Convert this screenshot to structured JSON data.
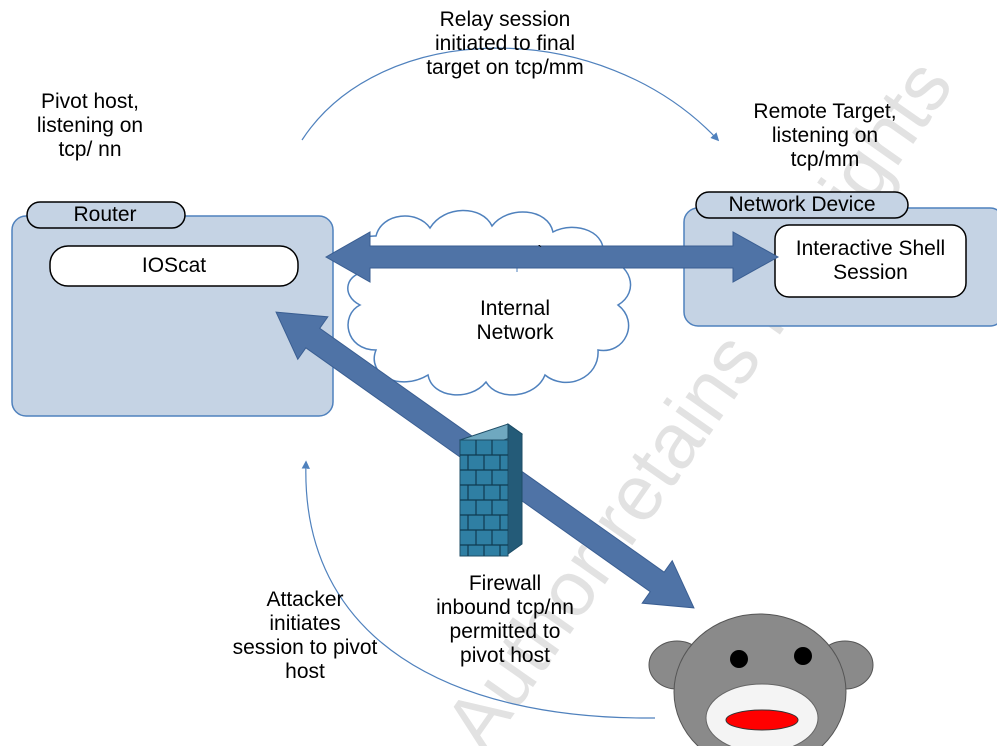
{
  "labels": {
    "relay_line1": "Relay session",
    "relay_line2": "initiated to final",
    "relay_line3": "target on tcp/mm",
    "pivot_line1": "Pivot host,",
    "pivot_line2": "listening on",
    "pivot_line3": "tcp/ nn",
    "remote_line1": "Remote Target,",
    "remote_line2": "listening on",
    "remote_line3": "tcp/mm",
    "internal_line1": "Internal",
    "internal_line2": "Network",
    "internal_tick": "`",
    "firewall_line1": "Firewall",
    "firewall_line2": "inbound tcp/nn",
    "firewall_line3": "permitted to",
    "firewall_line4": "pivot host",
    "attacker_line1": "Attacker",
    "attacker_line2": "initiates",
    "attacker_line3": "session to pivot",
    "attacker_line4": "host"
  },
  "nodes": {
    "router_tab": "Router",
    "ioscat": "IOScat",
    "network_device_tab": "Network Device",
    "shell_line1": "Interactive Shell",
    "shell_line2": "Session"
  },
  "watermark": "Author retains full rights",
  "colors": {
    "box_fill": "#c5d3e4",
    "box_stroke": "#4f81bd",
    "arrow_fill": "#4f73a6",
    "arrow_stroke": "#3a5e92",
    "curve": "#4f81bd",
    "firewall": "#2f6f8f",
    "monkey_gray": "#8a8a8a",
    "mouth_red": "#ff0000"
  }
}
